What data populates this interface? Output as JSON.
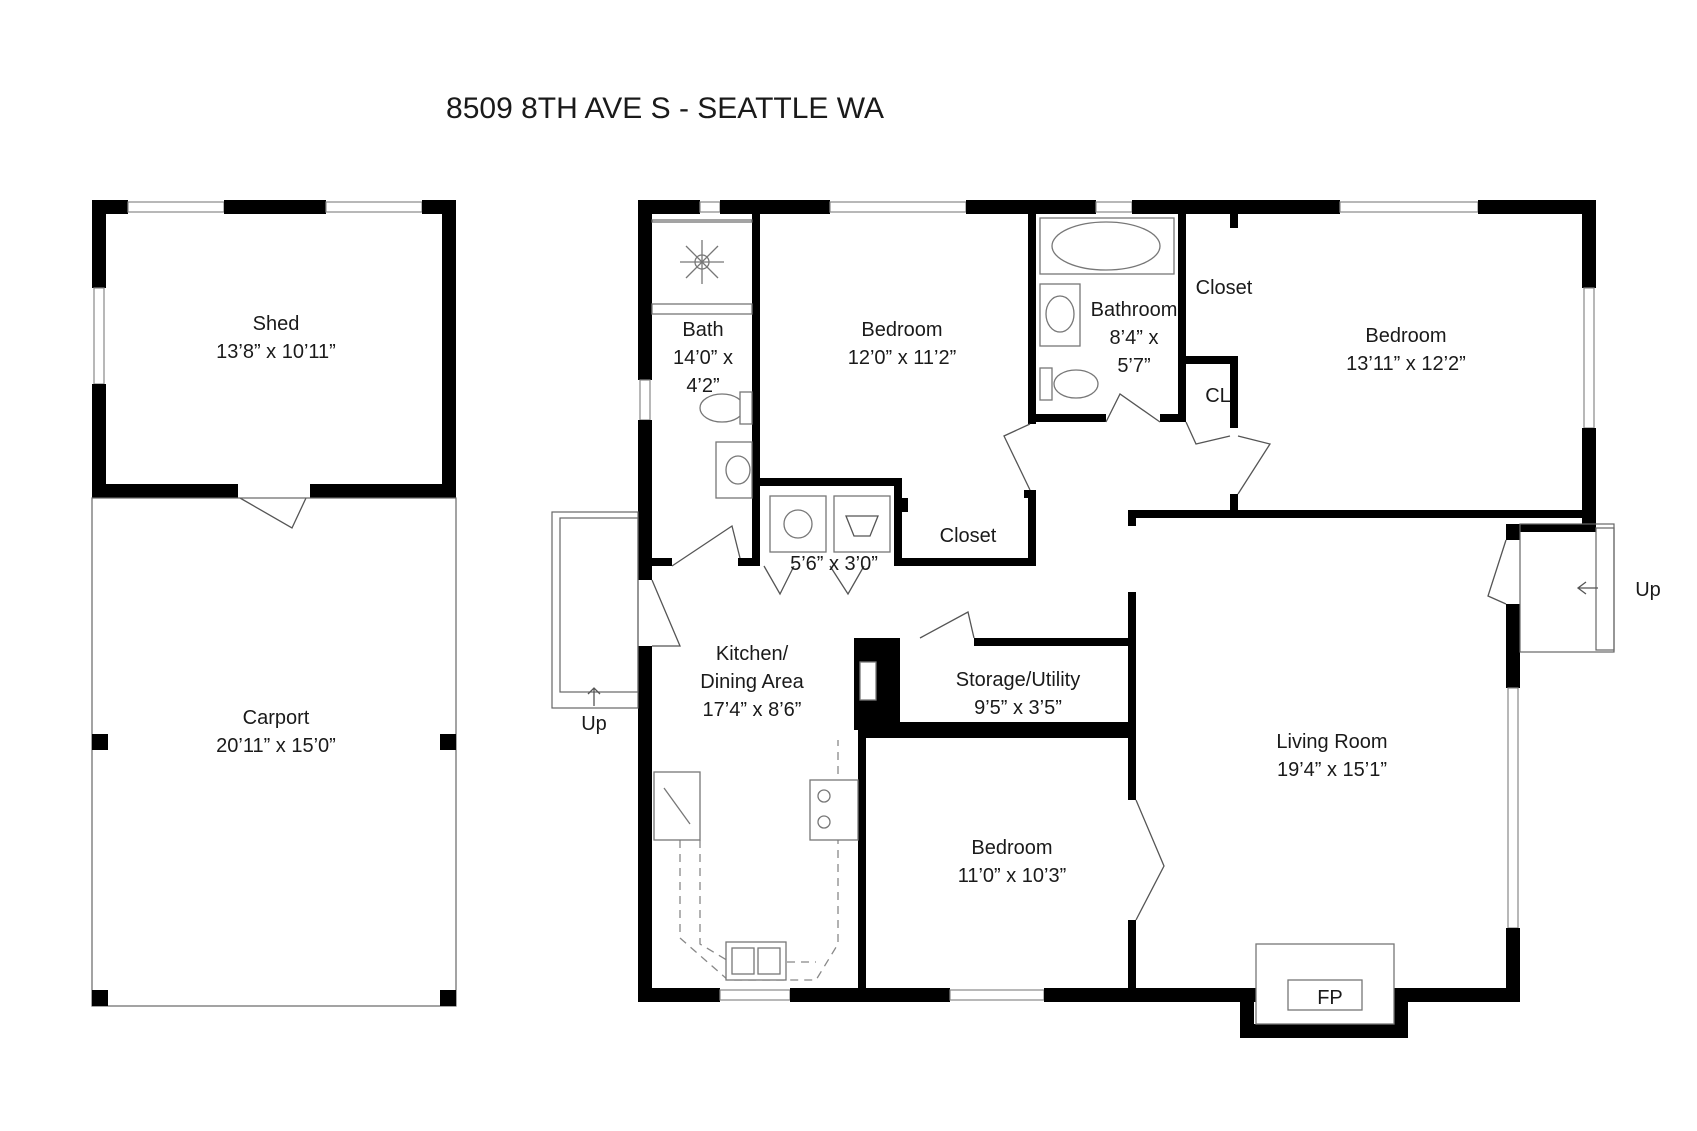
{
  "title": "8509 8TH AVE S - SEATTLE WA",
  "rooms": {
    "shed": {
      "name": "Shed",
      "dims": "13’8” x 10’11”"
    },
    "carport": {
      "name": "Carport",
      "dims": "20’11” x 15’0”"
    },
    "bath": {
      "name": "Bath",
      "dims_1": "14’0” x",
      "dims_2": "4’2”"
    },
    "bedroom_1": {
      "name": "Bedroom",
      "dims": "12’0” x 11’2”"
    },
    "bathroom": {
      "name": "Bathroom",
      "dims_1": "8’4” x",
      "dims_2": "5’7”"
    },
    "closet_top": {
      "name": "Closet"
    },
    "cl": {
      "name": "CL"
    },
    "bedroom_2": {
      "name": "Bedroom",
      "dims": "13’11” x 12’2”"
    },
    "laundry": {
      "dims": "5’6” x 3’0”"
    },
    "closet_mid": {
      "name": "Closet"
    },
    "kitchen": {
      "name_1": "Kitchen/",
      "name_2": "Dining Area",
      "dims": "17’4” x 8’6”"
    },
    "storage": {
      "name": "Storage/Utility",
      "dims": "9’5” x 3’5”"
    },
    "living": {
      "name": "Living Room",
      "dims": "19’4” x 15’1”"
    },
    "bedroom_3": {
      "name": "Bedroom",
      "dims": "11’0” x 10’3”"
    },
    "fireplace": {
      "name": "FP"
    }
  },
  "stairs": {
    "left_label": "Up",
    "right_label": "Up"
  }
}
